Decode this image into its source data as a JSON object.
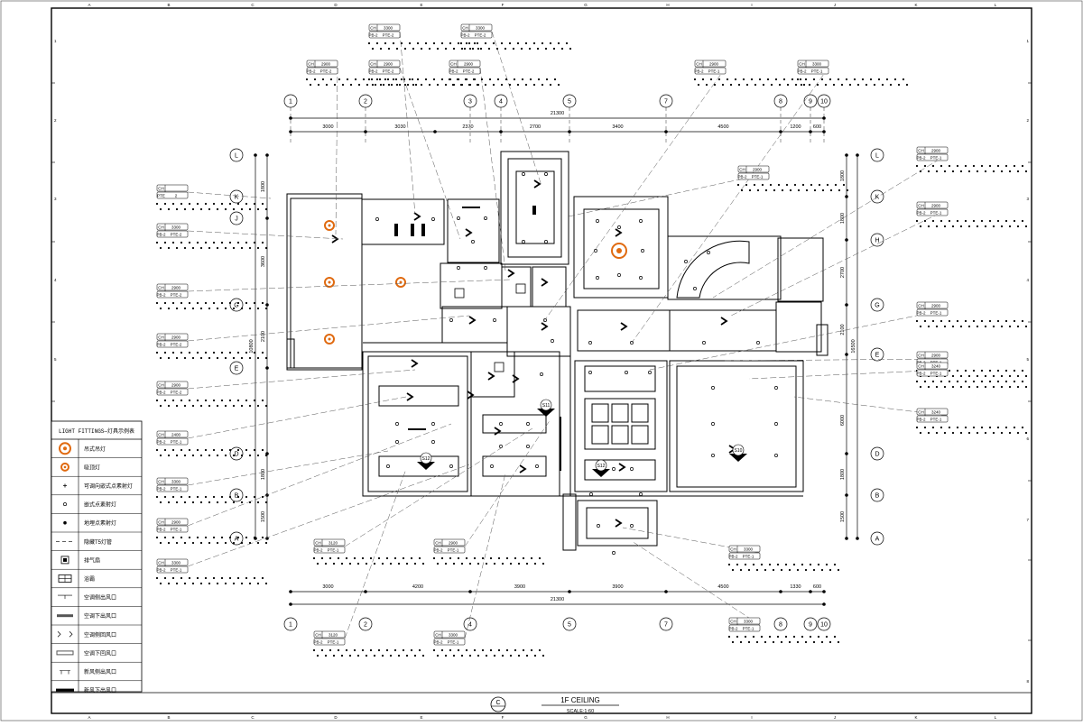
{
  "border_letters": [
    "A",
    "B",
    "C",
    "D",
    "E",
    "F",
    "G",
    "H",
    "I",
    "J",
    "K",
    "L"
  ],
  "border_numbers": [
    "1",
    "2",
    "3",
    "4",
    "5",
    "6",
    "7",
    "8"
  ],
  "grid": {
    "columns": [
      "1",
      "2",
      "3",
      "4",
      "5",
      "6",
      "7",
      "8",
      "9",
      "10"
    ],
    "rows_left": [
      "L",
      "K",
      "J",
      "G",
      "E",
      "D",
      "B",
      "A"
    ],
    "rows_right": [
      "L",
      "K",
      "H",
      "G",
      "E",
      "D",
      "B",
      "A"
    ]
  },
  "dims": {
    "top_total": "21300",
    "top": [
      "3000",
      "3030",
      "2370",
      "2700",
      "3400",
      "4500",
      "1200",
      "600"
    ],
    "bottom_total": "21300",
    "bottom": [
      "3000",
      "4200",
      "3900",
      "3900",
      "4500",
      "1330",
      "600"
    ],
    "left": [
      "1800",
      "3600",
      "2100",
      "1800",
      "1500"
    ],
    "left_total": "10800",
    "right": [
      "1800",
      "1800",
      "2700",
      "2100",
      "1800",
      "1500"
    ],
    "right_total": "16500",
    "right_mid": "6000"
  },
  "tags": [
    {
      "ch": "CH",
      "h": "3300",
      "pb": "PB-2",
      "ptc": "PTE-2"
    },
    {
      "ch": "CH",
      "h": "3300",
      "pb": "PB-2",
      "ptc": "PTE-2"
    },
    {
      "ch": "CH",
      "h": "2900",
      "pb": "PB-2",
      "ptc": "PTE-2"
    },
    {
      "ch": "CH",
      "h": "2900",
      "pb": "PB-2",
      "ptc": "PTE-2"
    },
    {
      "ch": "CH",
      "h": "2900",
      "pb": "PB-2",
      "ptc": "PTE-2"
    },
    {
      "ch": "CH",
      "h": "2900",
      "pb": "PB-2",
      "ptc": "PTE-1"
    },
    {
      "ch": "CH",
      "h": "3300",
      "pb": "PB-2",
      "ptc": "PTE-1"
    },
    {
      "ch": "CH",
      "h": "2900",
      "pb": "PB-2",
      "ptc": "PTE-1"
    },
    {
      "ch": "CH",
      "h": "",
      "pb": "PTE",
      "ptc": "2"
    },
    {
      "ch": "CH",
      "h": "3300",
      "pb": "PB-2",
      "ptc": "PTE-2"
    },
    {
      "ch": "CH",
      "h": "2900",
      "pb": "PB-2",
      "ptc": "PTE-2"
    },
    {
      "ch": "CH",
      "h": "2900",
      "pb": "PB-2",
      "ptc": "PTE-2"
    },
    {
      "ch": "CH",
      "h": "2900",
      "pb": "PB-2",
      "ptc": "PTE-2"
    },
    {
      "ch": "CH",
      "h": "2400",
      "pb": "PB-2",
      "ptc": "PTE-1"
    },
    {
      "ch": "CH",
      "h": "3300",
      "pb": "PB-2",
      "ptc": "PTE-1"
    },
    {
      "ch": "CH",
      "h": "2900",
      "pb": "PB-2",
      "ptc": "PTE-1"
    },
    {
      "ch": "CH",
      "h": "3300",
      "pb": "PB-2",
      "ptc": "PTE-1"
    },
    {
      "ch": "CH",
      "h": "3120",
      "pb": "PB-2",
      "ptc": "PTE-1"
    },
    {
      "ch": "CH",
      "h": "2900",
      "pb": "PB-2",
      "ptc": "PTE-1"
    },
    {
      "ch": "CH",
      "h": "3300",
      "pb": "PB-2",
      "ptc": "PTE-1"
    },
    {
      "ch": "CH",
      "h": "3300",
      "pb": "PB-2",
      "ptc": "PTE-1"
    },
    {
      "ch": "CH",
      "h": "3300",
      "pb": "PB-2",
      "ptc": "PTE-1"
    },
    {
      "ch": "CH",
      "h": "3120",
      "pb": "PB-2",
      "ptc": "PTE-1"
    },
    {
      "ch": "CH",
      "h": "2900",
      "pb": "PB-2",
      "ptc": "PTE-1"
    },
    {
      "ch": "CH",
      "h": "2900",
      "pb": "PB-2",
      "ptc": "PTE-1"
    },
    {
      "ch": "CH",
      "h": "2900",
      "pb": "PB-2",
      "ptc": "PTE-1"
    },
    {
      "ch": "CH",
      "h": "2900",
      "pb": "PB-2",
      "ptc": "PTE-1"
    },
    {
      "ch": "CH",
      "h": "3240",
      "pb": "PB-2",
      "ptc": "PTE-1"
    },
    {
      "ch": "CH",
      "h": "3240",
      "pb": "PB-2",
      "ptc": "PTE-1"
    }
  ],
  "room_marks": [
    "S11",
    "S10",
    "S12",
    "S12"
  ],
  "legend": {
    "title": "LIGHT FITTINGS—灯具示例表",
    "items": [
      {
        "icon": "pendant-lamp-icon",
        "label": "吊式吊灯"
      },
      {
        "icon": "ceiling-lamp-icon",
        "label": "吸顶灯"
      },
      {
        "icon": "adjustable-spotlight-icon",
        "label": "可调向嵌式点素射灯"
      },
      {
        "icon": "recessed-downlight-icon",
        "label": "嵌式点素射灯"
      },
      {
        "icon": "floor-spotlight-icon",
        "label": "地埋点素射灯"
      },
      {
        "icon": "t5-tube-icon",
        "label": "隐藏T5灯管"
      },
      {
        "icon": "exhaust-fan-icon",
        "label": "排气扇"
      },
      {
        "icon": "bath-heater-icon",
        "label": "浴霸"
      },
      {
        "icon": "ac-side-outlet-icon",
        "label": "空调侧出风口"
      },
      {
        "icon": "ac-down-outlet-icon",
        "label": "空调下出风口"
      },
      {
        "icon": "ac-side-return-icon",
        "label": "空调侧回风口"
      },
      {
        "icon": "ac-down-return-icon",
        "label": "空调下回风口"
      },
      {
        "icon": "fresh-air-side-icon",
        "label": "新风侧出风口"
      },
      {
        "icon": "fresh-air-down-icon",
        "label": "新风下出风口"
      }
    ]
  },
  "title_block": {
    "mark": "C",
    "title": "1F CEILING",
    "scale": "SCALE:1:60"
  }
}
